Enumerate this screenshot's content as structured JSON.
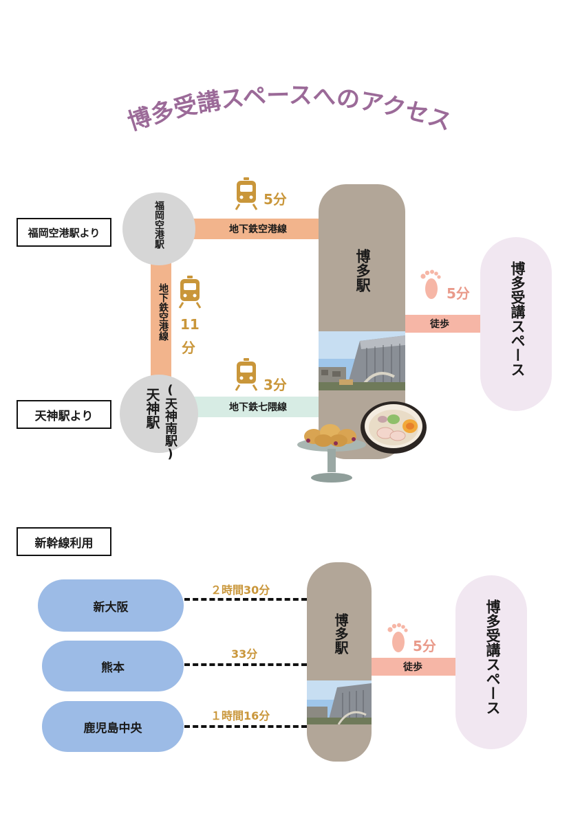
{
  "title": "博多受講スペースへのアクセス",
  "colors": {
    "title": "#9b6a98",
    "accent_gold": "#c9963a",
    "airport_line": "#f2b48c",
    "nanakuma_line": "#d7ece4",
    "walk_bar": "#f6b6a6",
    "walk_text": "#e99a8a",
    "station": "#b2a698",
    "destination": "#f1e7f1",
    "city": "#9cbbe6",
    "node": "#d6d6d6"
  },
  "section1": {
    "from_airport_label": "福岡空港駅より",
    "from_tenjin_label": "天神駅より",
    "airport_node": "福岡空港駅",
    "tenjin_node_main": "天神駅",
    "tenjin_node_sub": "(天神南駅)",
    "top_line": {
      "label": "地下鉄空港線",
      "time": "5分",
      "icon": "train-icon"
    },
    "vertical_line": {
      "label": "地下鉄空港線",
      "time_num": "11",
      "time_unit": "分",
      "icon": "train-icon"
    },
    "bottom_line": {
      "label": "地下鉄七隈線",
      "time": "3分",
      "icon": "train-icon"
    },
    "hakata_station": "博多駅",
    "walk": {
      "label": "徒歩",
      "time": "5分",
      "icon": "footprint-icon"
    },
    "destination": "博多受講スペース"
  },
  "section2": {
    "heading": "新幹線利用",
    "routes": [
      {
        "city": "新大阪",
        "time": "２時間30分"
      },
      {
        "city": "熊本",
        "time": "33分"
      },
      {
        "city": "鹿児島中央",
        "time": "１時間16分"
      }
    ],
    "hakata_station": "博多駅",
    "walk": {
      "label": "徒歩",
      "time": "5分",
      "icon": "footprint-icon"
    },
    "destination": "博多受講スペース"
  }
}
